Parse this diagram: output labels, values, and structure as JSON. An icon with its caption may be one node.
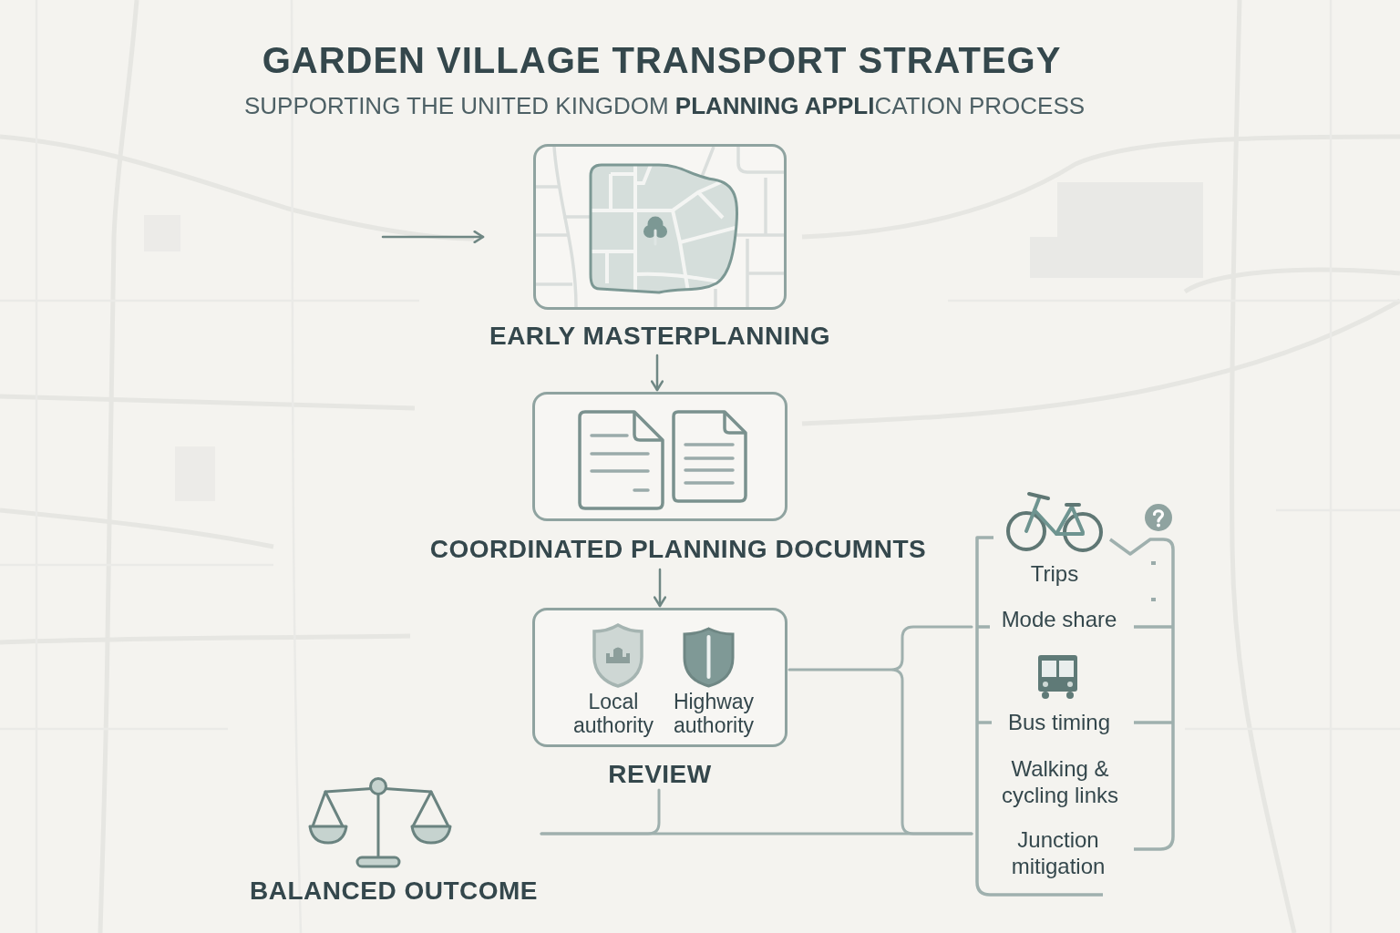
{
  "diagram": {
    "title": "GARDEN VILLAGE TRANSPORT STRATEGY",
    "nodes": [
      {
        "text": [
          "EARLY MASTERPLANNING"
        ]
      },
      {
        "text": [
          "COORDINATED PLANNING DOCUMNTS"
        ]
      },
      {
        "text": [
          "Local authority",
          "Highway authority",
          "REVIEW"
        ]
      },
      {
        "text": [
          "BALANCED OUTCOME"
        ]
      },
      {
        "text": [
          "Trips",
          "Mode share",
          "Bus timing",
          "Walking & cycling links",
          "Junction mitigation"
        ]
      }
    ],
    "edges": [
      {
        "from": null,
        "to": 0,
        "arrow": "to"
      },
      {
        "from": 0,
        "to": 1,
        "arrow": "to"
      },
      {
        "from": 1,
        "to": 2,
        "arrow": "to"
      },
      {
        "from": 2,
        "to": 3,
        "arrow": "none"
      },
      {
        "from": 2,
        "to": 4,
        "arrow": "none"
      },
      {
        "from": 3,
        "to": 4,
        "arrow": "none"
      }
    ],
    "labels": [
      "SUPPORTING THE UNITED KINGDOM **PLANNING APPLI**CATION PROCESS"
    ]
  }
}
